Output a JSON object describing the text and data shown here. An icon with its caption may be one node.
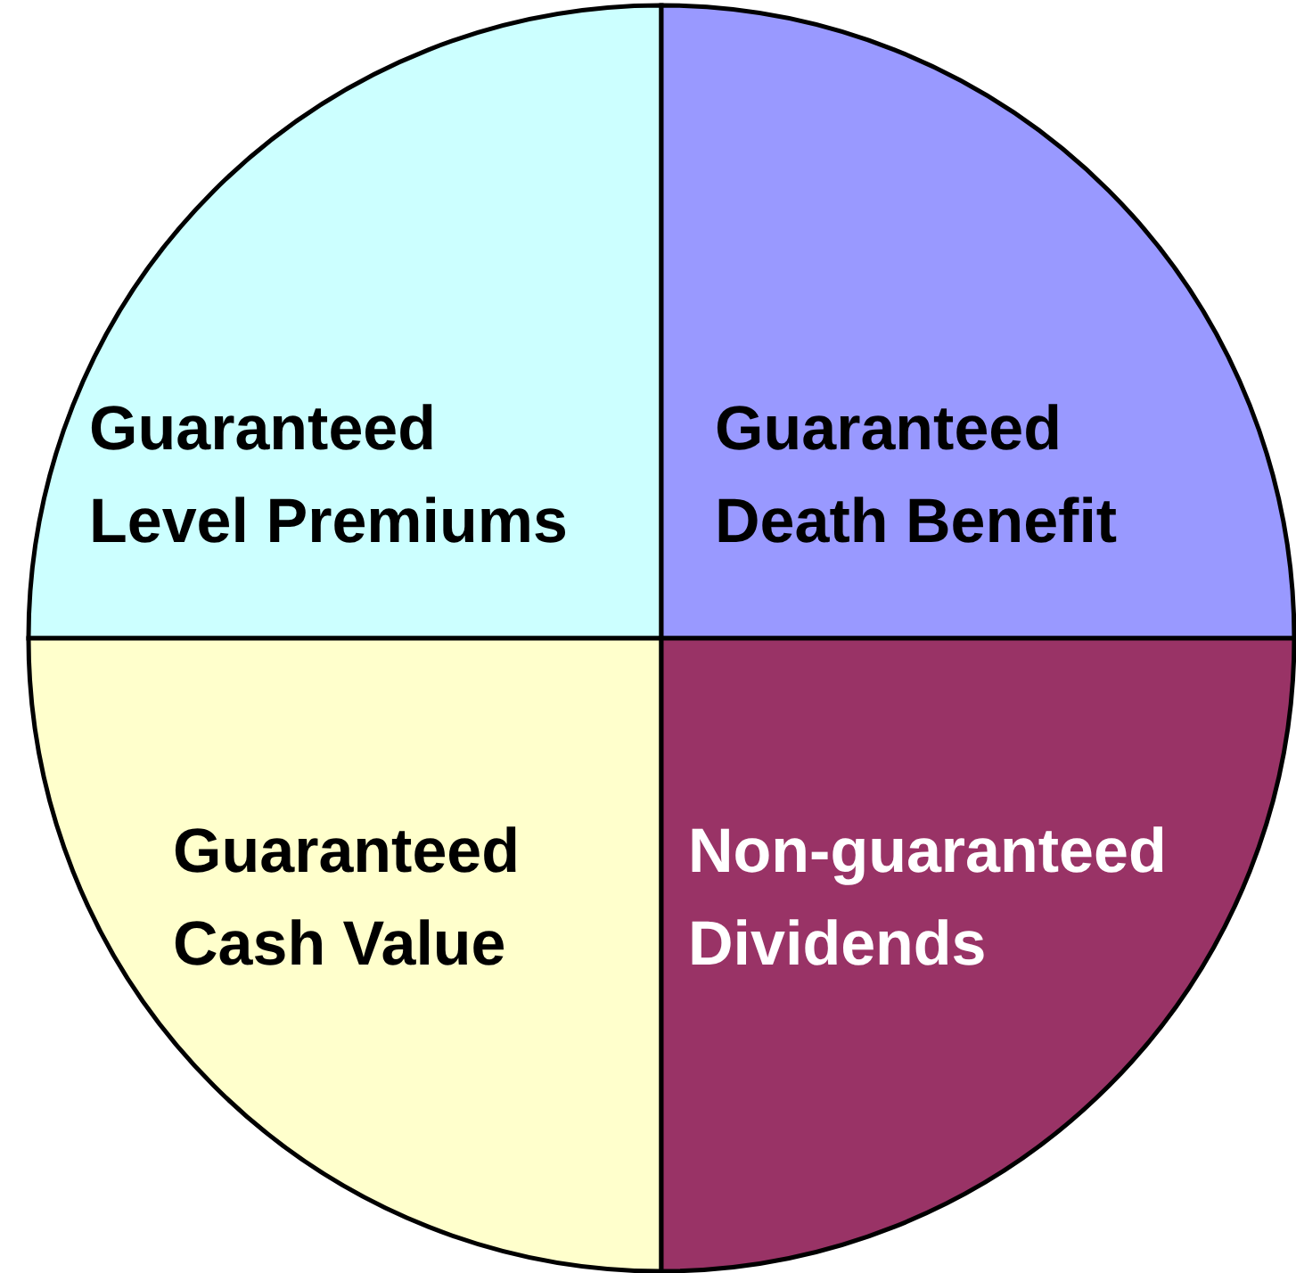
{
  "diagram": {
    "nodes": [
      {
        "text": [
          "Guaranteed Level Premiums"
        ]
      },
      {
        "text": [
          "Guaranteed Death Benefit"
        ]
      },
      {
        "text": [
          "Guaranteed Cash Value"
        ]
      },
      {
        "text": [
          "Non-guaranteed Dividends"
        ]
      }
    ]
  }
}
